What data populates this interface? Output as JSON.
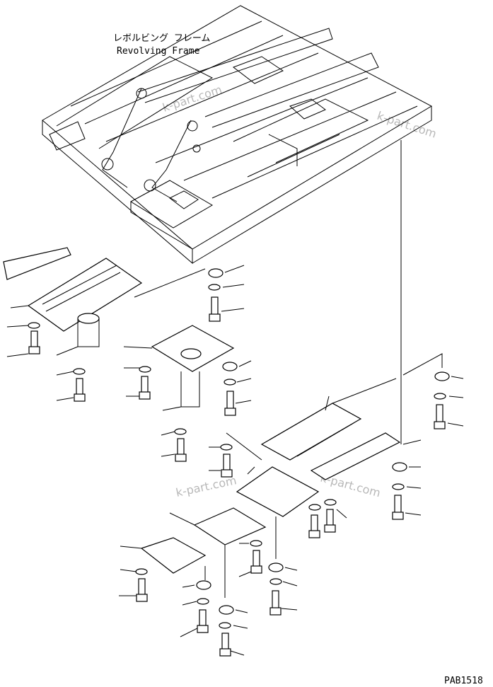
{
  "diagram": {
    "frame_label_jp": "レボルビング フレーム",
    "frame_label_en": "Revolving Frame",
    "drawing_code": "PAB1518",
    "watermark": "k-part.com"
  }
}
